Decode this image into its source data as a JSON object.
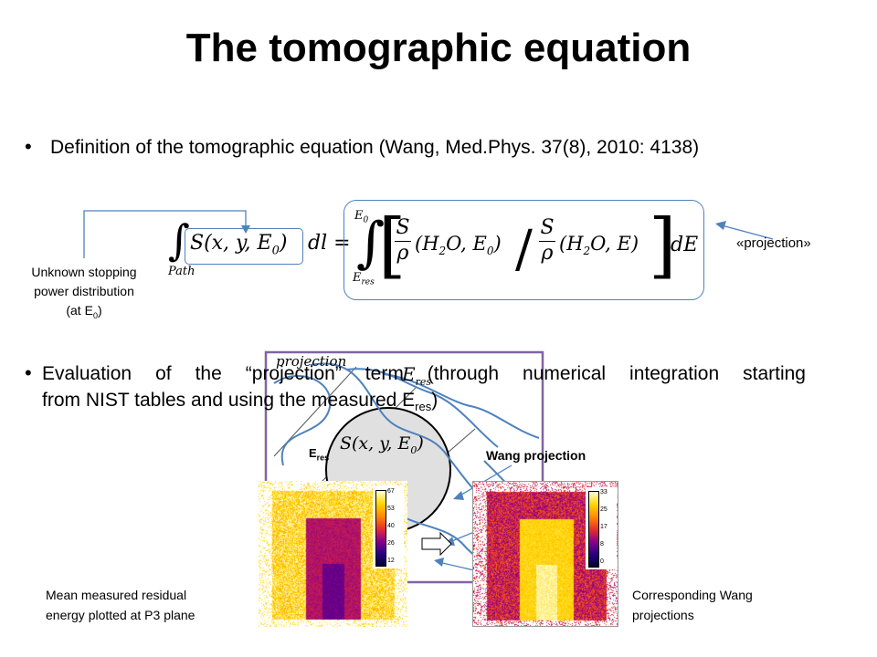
{
  "title": "The tomographic equation",
  "bullets": [
    "Definition of the tomographic equation (Wang, Med.Phys. 37(8), 2010: 4138)",
    "Evaluation of the “projection” term (through numerical integration starting",
    "from NIST tables and using the measured E",
    "res",
    ")"
  ],
  "equation": {
    "lhs_integrand": "S(x, y, E",
    "lhs_sub": "0",
    "lhs_close": ")",
    "lhs_dl": "dl =",
    "lower_limit": "Path",
    "rhs_upper": "E",
    "rhs_upper_sub": "0",
    "rhs_lower": "E",
    "rhs_lower_sub": "res",
    "frac_num": "S",
    "frac_den": "ρ",
    "arg1": "(H",
    "arg1b": "2",
    "arg1c": "O, E",
    "arg1d": "0",
    "arg1e": ")",
    "arg2": "(H",
    "arg2b": "2",
    "arg2c": "O, E)",
    "dE": "dE"
  },
  "left_label": [
    "Unknown stopping",
    "power distribution",
    "(at E",
    "0",
    ")"
  ],
  "projection_tag": [
    "«",
    "projection",
    "»"
  ],
  "diagram": {
    "projection_word": "projection",
    "e_res_math": "E",
    "e_res_math_sub": "res",
    "circle_label": "S(x, y, E",
    "circle_sub": "0",
    "circle_close": ")",
    "e_res_label": "E",
    "e_res_label_sub": "res"
  },
  "wang_projection_label": "Wang projection",
  "left_colorbar": [
    "67",
    "53",
    "40",
    "26",
    "12"
  ],
  "right_colorbar": [
    "33",
    "25",
    "17",
    "8",
    "0"
  ],
  "caption_left": [
    "Mean measured residual",
    "energy plotted at P3 plane"
  ],
  "caption_right": [
    "Corresponding Wang",
    "projections"
  ],
  "colors": {
    "accent_blue": "#4f81bd",
    "frame_purple": "#8064a2",
    "circle_fill": "#e0e0e0"
  }
}
